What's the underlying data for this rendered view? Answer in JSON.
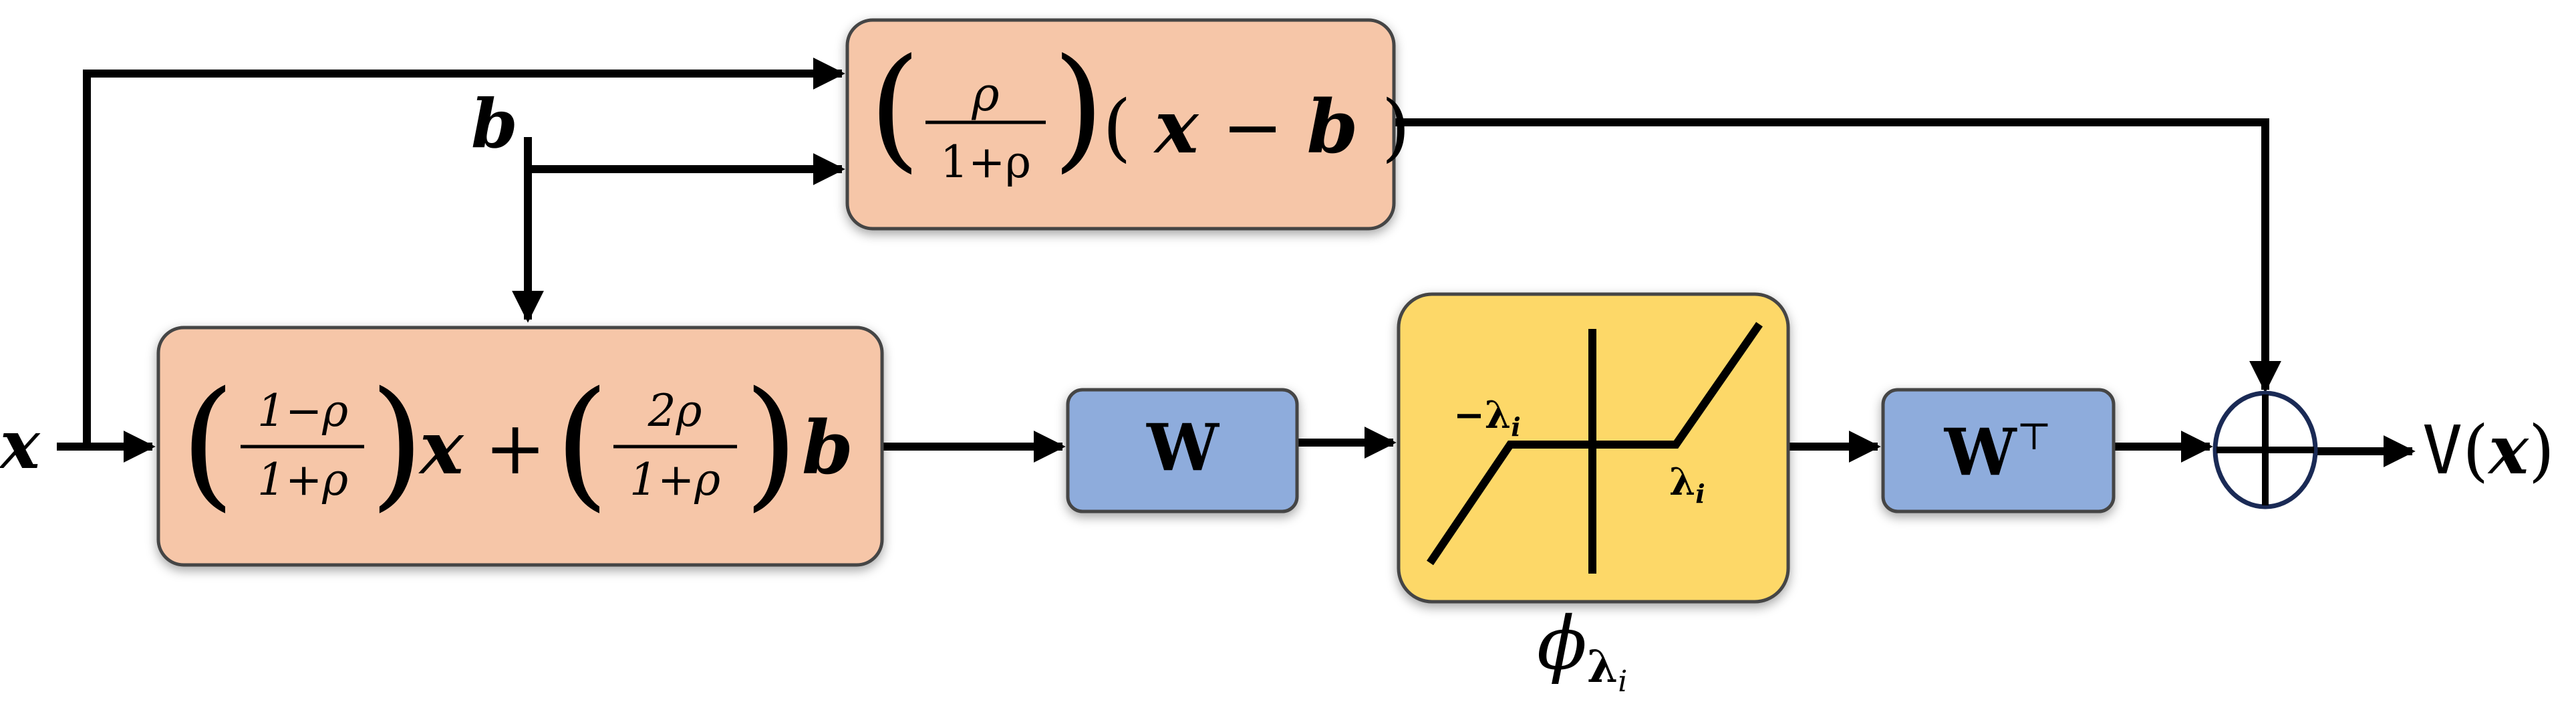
{
  "nodes": {
    "input_x": "x",
    "input_b": "b",
    "skip_box": {
      "frac_num": "ρ",
      "frac_den": "1+ρ",
      "expr_open": "(",
      "expr_x": "x",
      "expr_minus": " − ",
      "expr_b": "b",
      "expr_close": ")"
    },
    "mix_box": {
      "frac1_num": "1−ρ",
      "frac1_den": "1+ρ",
      "var1": "x",
      "plus": "+",
      "frac2_num": "2ρ",
      "frac2_den": "1+ρ",
      "var2": "b"
    },
    "w_box": "W",
    "shrink_box": {
      "neg_lambda": "−λ",
      "pos_lambda": "λ",
      "sub": "i"
    },
    "phi_label": {
      "base": "ϕ",
      "sub": "λ",
      "subsub": "i"
    },
    "wt_box": {
      "base": "W",
      "sup": "⊤"
    },
    "output": {
      "prefix": "V",
      "open": "(",
      "var": "x",
      "close": ")"
    }
  },
  "colors": {
    "orange_fill": "#f6c6a8",
    "blue_fill": "#8eacdc",
    "yellow_fill": "#fdd867",
    "border": "#444444",
    "stroke": "#000000",
    "sum_circle": "#1a2a55"
  }
}
